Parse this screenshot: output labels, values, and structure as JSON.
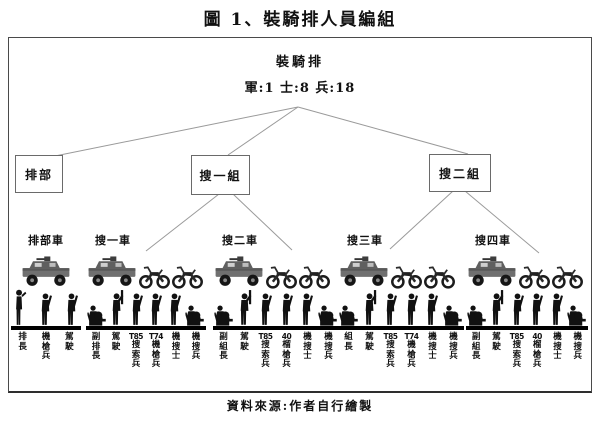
{
  "figure": {
    "title": "圖 1、裝騎排人員編組",
    "source": "資料來源:作者自行繪製"
  },
  "root": {
    "name": "裝騎排",
    "stats": "軍:1 士:8 兵:18"
  },
  "subunits": [
    {
      "label": "排部"
    },
    {
      "label": "搜一組"
    },
    {
      "label": "搜二組"
    }
  ],
  "vehicle_groups": [
    {
      "label": "排部車",
      "vehicles": [
        "humvee"
      ],
      "members": [
        {
          "role": "排長",
          "pose": "salute"
        },
        {
          "role": "機槍兵",
          "pose": "stand"
        },
        {
          "role": "駕駛",
          "pose": "stand"
        }
      ]
    },
    {
      "label": "搜一車",
      "vehicles": [
        "humvee",
        "motorcycle",
        "motorcycle"
      ],
      "members": [
        {
          "role": "副排長",
          "pose": "kneel"
        },
        {
          "role": "駕駛",
          "pose": "rifleup"
        },
        {
          "role": "T85搜索兵",
          "pose": "stand"
        },
        {
          "role": "T74機槍兵",
          "pose": "stand"
        },
        {
          "role": "機搜士",
          "pose": "stand"
        },
        {
          "role": "機搜兵",
          "pose": "kneel"
        }
      ]
    },
    {
      "label": "搜二車",
      "vehicles": [
        "humvee",
        "motorcycle",
        "motorcycle"
      ],
      "members": [
        {
          "role": "副組長",
          "pose": "kneel"
        },
        {
          "role": "駕駛",
          "pose": "rifleup"
        },
        {
          "role": "T85搜索兵",
          "pose": "stand"
        },
        {
          "role": "40榴槍兵",
          "pose": "stand"
        },
        {
          "role": "機搜士",
          "pose": "stand"
        },
        {
          "role": "機搜兵",
          "pose": "kneel"
        }
      ]
    },
    {
      "label": "搜三車",
      "vehicles": [
        "humvee",
        "motorcycle",
        "motorcycle"
      ],
      "members": [
        {
          "role": "組長",
          "pose": "kneel"
        },
        {
          "role": "駕駛",
          "pose": "rifleup"
        },
        {
          "role": "T85搜索兵",
          "pose": "stand"
        },
        {
          "role": "T74機槍兵",
          "pose": "stand"
        },
        {
          "role": "機搜士",
          "pose": "stand"
        },
        {
          "role": "機搜兵",
          "pose": "kneel"
        }
      ]
    },
    {
      "label": "搜四車",
      "vehicles": [
        "humvee",
        "motorcycle",
        "motorcycle"
      ],
      "members": [
        {
          "role": "副組長",
          "pose": "kneel"
        },
        {
          "role": "駕駛",
          "pose": "rifleup"
        },
        {
          "role": "T85搜索兵",
          "pose": "stand"
        },
        {
          "role": "40榴槍兵",
          "pose": "stand"
        },
        {
          "role": "機搜士",
          "pose": "stand"
        },
        {
          "role": "機搜兵",
          "pose": "kneel"
        }
      ]
    }
  ],
  "colors": {
    "connector_line": "#9a9a9a",
    "box_border": "#6a6a6a",
    "silhouette": "#111111",
    "vehicle_body": "#707070"
  }
}
